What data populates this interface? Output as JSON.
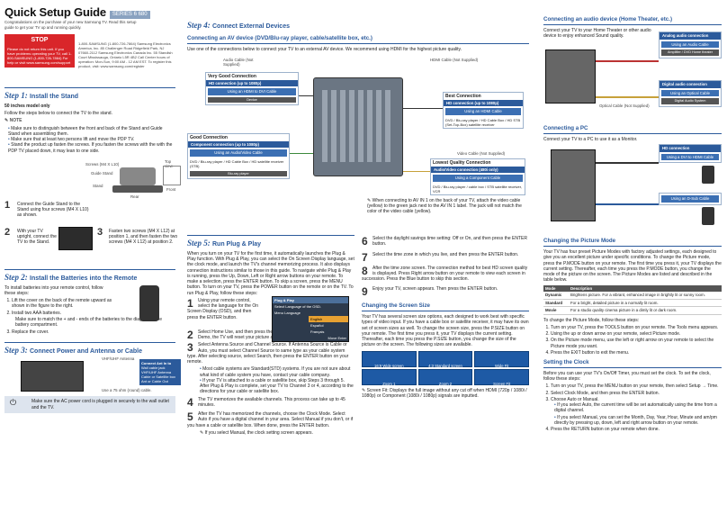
{
  "col1": {
    "title": "Quick Setup Guide",
    "series": "SERIES 6 680",
    "intro": "Congratulations on the purchase of your new Samsung TV. Read this setup guide to get your TV up and running quickly.",
    "stop_title": "STOP",
    "stop_text": "Please do not return this unit. If you have problems operating your TV, call 1-800-SAMSUNG (1-800-726-7864) For help or visit www.samsung.com/support",
    "contact": "1-800-SAMSUNG (1-800-726-7864) Samsung Electronics America, Inc. 85 Challenger Road Ridgefield Park, NJ 07660-2112 Samsung Electronics Canada Inc. 55 Standish Court Mississauga, Ontario L5R 4B2 Call Center hours of operation: Mon-Sun, 9:00 AM - 12 AM EST. To register this product, visit: www.samsung.com/register",
    "step1_no": "Step 1:",
    "step1_title": "Install the Stand",
    "step1_sub": "50 inches model only",
    "step1_follow": "Follow the steps below to connect the TV to the stand.",
    "note_label": "NOTE",
    "notes": [
      "Make sure to distinguish between the front and back of the Stand and Guide Stand when assembling them.",
      "Make sure that at least two persons lift and move the PDP TV.",
      "Stand the product up fasten the screws. If you fasten the screws with the with the PDP TV placed down, it may lean to one side."
    ],
    "fig_screws": "Screws (M4 X L10)",
    "fig_guide": "Guide Stand",
    "fig_stand": "Stand",
    "fig_topview": "Top view",
    "fig_front": "Front",
    "fig_rear": "Rear",
    "s1_1": "Connect the Guide Stand to the Stand using four screws (M4 X L10) as shown.",
    "s1_2": "With your TV upright, connect the TV to the Stand.",
    "s1_3": "Fasten two screws (M4 X L12) at position 1, and then fasten the two screws (M4 X L12) at position 2.",
    "step2_no": "Step 2:",
    "step2_title": "Install the Batteries into the Remote",
    "step2_intro": "To install batteries into your remote control, follow these steps:",
    "step2_items": [
      "Lift the cover on the back of the remote upward as shown in the figure to the right.",
      "Install two AAA batteries.",
      "Replace the cover."
    ],
    "step2_note": "Make sure to match the + and - ends of the batteries to the diagram in the battery compartment.",
    "step3_no": "Step 3:",
    "step3_title": "Connect Power and Antenna or Cable",
    "antenna_lbl": "VHF/UHF Antenna",
    "connect_in": "Connect Ant In to",
    "connect_list": [
      "Wall cable jack",
      "VHF/UHF Antenna",
      "Cable or Satellite box Ant or Cable Out"
    ],
    "power_cord": "Use a 75 ohm (round) cable.",
    "power_note": "Make sure the AC power cord is plugged in securely to the wall outlet and the TV."
  },
  "col2": {
    "step4_no": "Step 4:",
    "step4_title": "Connect External Devices",
    "av_hdr": "Connecting an AV device (DVD/Blu-ray player, cable/satellite box, etc.)",
    "av_intro": "Use one of the connections below to connect your TV to an external AV device. We recommend using HDMI for the highest picture quality.",
    "very_good": "Very Good Connection",
    "hd_1080": "HD connection (up to 1080p)",
    "hdmi_dvi": "Using an HDMI to DVI Cable",
    "device": "Device",
    "good": "Good Connection",
    "component_hd": "Component connection (up to 1080p)",
    "audio_video_cable": "Using an Audio/Video Cable",
    "dvd_list": "DVD / Blu-ray player / HD Cable Box / HD satellite receiver (STB)",
    "bluray": "Blu-ray player",
    "best": "Best Connection",
    "hd_1080_best": "HD connection (up to 1080p)",
    "hdmi_cable": "Using an HDMI Cable",
    "best_list": "DVD / Blu-ray player / HD Cable Box / HD STB (Set-Top-Box) satellite receiver",
    "lowest": "Lowest Quality Connection",
    "av_480": "Audio/Video connection (480i only)",
    "component_cable": "Using a Component Cable",
    "lowest_list": "DVD / Blu-ray player / cable box / STB satellite receiver, VCR",
    "audio_cable_lbl": "Audio Cable (Not Supplied)",
    "hdmi_cable_lbl": "HDMI Cable (Not Supplied)",
    "video_cable_lbl": "Video Cable (Not Supplied)",
    "av_note": "When connecting to AV IN 1 on the back of your TV, attach the video cable (yellow) to the green jack next to the AV IN 1 label. The jack will not match the color of the video cable (yellow).",
    "step5_no": "Step 5:",
    "step5_title": "Run Plug & Play",
    "pp_intro": "When you turn on your TV for the first time, it automatically launches the Plug & Play function. With Plug & Play, you can select the On Screen Display language, set the clock mode, and launch the TV's channel memorizing process. It also displays connection instructions similar to those in this guide. To navigate while Plug & Play is running, press the Up, Down, Left or Right arrow buttons on your remote. To make a selection, press the ENTER button. To skip a screen, press the MENU button. To turn on your TV, press the POWER button on the remote or on the TV. To run Plug & Play, follow these steps:",
    "pp_steps": [
      "Using your remote control, select the language for the On Screen Display (OSD), and then press the ENTER button.",
      "Select Home Use, and then press the ENTER button. If you select Store Demo, the TV will reset your picture and audio settings every 30 minutes.",
      "Select Antenna Source and Channel Source. If Antenna Source is Cable or Auto, you must select Channel Source to same type as your cable system type. After selecting source, select Search, then press the ENTER button on your remote.",
      "The TV memorizes the available channels. This process can take up to 45 minutes.",
      "After the TV has memorized the channels, choose the Clock Mode. Select Auto if you have a digital channel in your area. Select Manual if you don't, or if you have a cable or satellite box. When done, press the ENTER button."
    ],
    "pp_note1": "Most cable systems are Standard(STD) systems. If you are not sure about what kind of cable system you have, contact your cable company.",
    "pp_note2": "If your TV is attached to a cable or satellite box, skip Steps 3 through 5. After Plug & Play is complete, set your TV to Channel 3 or 4, according to the directions for your cable or satellite box.",
    "pp_note3": "If you select Manual, the clock setting screen appears.",
    "menu_title": "Plug & Play",
    "menu_sub": "Select Language of the OSD.",
    "menu_lbl": "Menu Language",
    "menu_opts": [
      "English",
      "Español",
      "Français"
    ],
    "menu_foot": "Move  Enter",
    "pp_steps_r": [
      "Select the daylight savings time setting: Off or On, and then press the ENTER button.",
      "Select the time zone in which you live, and then press the ENTER button.",
      "After the time zone screen. The connection method for best HD screen quality is displayed. Press Right arrow button on your remote to view each screen in succession. Press the Blue button to skip this section.",
      "Enjoy your TV, screen appears. Then press the ENTER button."
    ],
    "ss_hdr": "Changing the Screen Size",
    "ss_intro": "Your TV has several screen size options, each designed to work best with specific types of video input. If you have a cable box or satellite receiver, it may have its own set of screen sizes as well. To change the screen size, press the P.SIZE button on your remote. The first time you press it, your TV displays the current setting. Thereafter, each time you press the P.SIZE button, you change the size of the picture on the screen. The following sizes are available.",
    "screens": [
      "16:9 Wide screen",
      "4:3 Standard screen",
      "Wide Fit",
      "Zoom 1",
      "Zoom 2",
      "Screen Fit"
    ],
    "ss_note": "Screen Fit: Displays the full image without any cut off when HDMI (720p / 1080i / 1080p) or Component (1080i / 1080p) signals are inputted."
  },
  "col3": {
    "audio_hdr": "Connecting an audio device (Home Theater, etc.)",
    "audio_intro": "Connect your TV to your Home Theater or other audio device to enjoy enhanced Sound quality.",
    "analog_lbl": "Analog audio connection",
    "audio_cable_use": "Using an Audio Cable",
    "amp": "Amplifier / DVD Home theater",
    "digital_lbl": "Digital audio connection",
    "optical_use": "Using an Optical Cable",
    "das": "Digital Audio System",
    "optical_cable": "Optical Cable (Not Supplied)",
    "pc_hdr": "Connecting a PC",
    "pc_intro": "Connect your TV to a PC to use it as a Monitor.",
    "hd_conn": "HD connection",
    "dvi_hdmi": "Using a DVI to HDMI Cable",
    "dsub": "Using an D-Sub Cable",
    "pic_hdr": "Changing the Picture Mode",
    "pic_intro": "Your TV has four preset Picture Modes with factory adjusted settings, each designed to give you an excellent picture under specific conditions. To change the Picture mode, press the P.MODE button on your remote. The first time you press it, your TV displays the current setting. Thereafter, each time you press the P.MODE button, you change the mode of the picture on the screen. The Picture Modes are listed and described in the table below.",
    "table_head": [
      "Mode",
      "Description"
    ],
    "table_rows": [
      [
        "Dynamic",
        "Brightens picture. For a vibrant, enhanced image in brightly lit or sunny room."
      ],
      [
        "Standard",
        "For a bright, detailed picture in a normally lit room."
      ],
      [
        "Movie",
        "For a studio quality cinema picture in a dimly lit or dark room."
      ]
    ],
    "pic_follow": "To change the Picture Mode, follow these steps:",
    "pic_steps": [
      "Turn on your TV, press the TOOLS button on your remote. The Tools menu appears.",
      "Using the up or down arrow on your remote, select Picture mode.",
      "On the Picture mode menu, use the left or right arrow on your remote to select the Picture mode you want.",
      "Press the EXIT button to exit the menu."
    ],
    "clock_hdr": "Setting the Clock",
    "clock_intro": "Before you can use your TV's On/Off Timer, you must set the clock. To set the clock, follow these steps:",
    "clock_steps": [
      "Turn on your TV, press the MENU button on your remote, then select Setup → Time.",
      "Select Clock Mode, and then press the ENTER button.",
      "Choose Auto or Manual.",
      "Press the RETURN button on your remote when done."
    ],
    "clock_sub": [
      "If you select Auto, the current time will be set automatically using the time from a digital channel.",
      "If you select Manual, you can set the Month, Day, Year, Hour, Minute and am/pm directly by pressing up, down, left and right arrow button on your remote."
    ]
  }
}
